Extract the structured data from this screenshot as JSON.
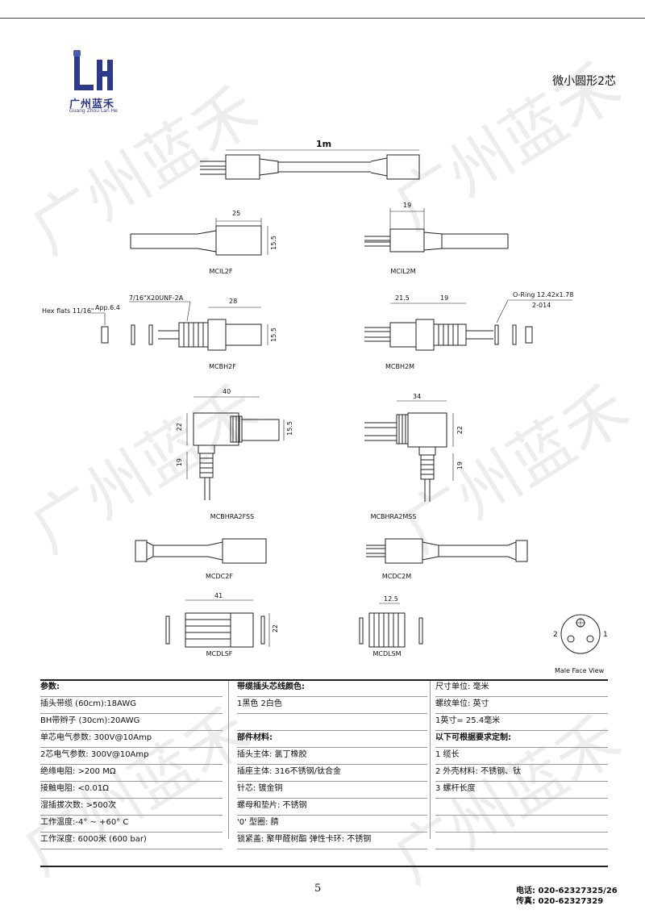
{
  "header": {
    "logo_cn": "广州蓝禾",
    "logo_en": "Guang Zhou Lan He",
    "page_title": "微小圆形2芯"
  },
  "watermark": {
    "text": "广州蓝禾"
  },
  "drawings": {
    "cable_length": "1m",
    "mcil2f": {
      "label": "MCIL2F",
      "dim_len": "25",
      "dim_h": "15.5"
    },
    "mcil2m": {
      "label": "MCIL2M",
      "dim_len": "19"
    },
    "mcbh2f": {
      "label": "MCBH2F",
      "thread": "7/16\"X20UNF-2A",
      "dim_len": "28",
      "dim_h": "15.5",
      "hex": "Hex flats 11/16\"",
      "app": "App.6.4"
    },
    "mcbh2m": {
      "label": "MCBH2M",
      "dim_a": "21.5",
      "dim_b": "19",
      "oring": "O-Ring 12.42x1.78",
      "oring_code": "2-014"
    },
    "mcbhra2fss": {
      "label": "MCBHRA2FSS",
      "dim_w": "40",
      "dim_h": "22",
      "dim_h2": "15.5",
      "dim_v": "19"
    },
    "mcbhra2mss": {
      "label": "MCBHRA2MSS",
      "dim_w": "34",
      "dim_h": "22",
      "dim_v": "19"
    },
    "mcdc2f": {
      "label": "MCDC2F"
    },
    "mcdc2m": {
      "label": "MCDC2M"
    },
    "mcdlsf": {
      "label": "MCDLSF",
      "dim_w": "41",
      "dim_h": "22"
    },
    "mcdlsm": {
      "label": "MCDLSM",
      "dim_w": "12.5"
    },
    "face_view": {
      "pin_left": "2",
      "pin_right": "1",
      "caption": "Male Face View"
    }
  },
  "specs": {
    "col1": [
      "参数:",
      "插头带缆 (60cm):18AWG",
      "BH带辫子 (30cm):20AWG",
      "单芯电气参数: 300V@10Amp",
      "2芯电气参数: 300V@10Amp",
      "绝缘电阻: >200 MΩ",
      "接触电阻: <0.01Ω",
      "湿插拔次数: >500次",
      "工作温度:-4° ~ +60° C",
      "工作深度: 6000米 (600 bar)"
    ],
    "col2": [
      "带缆插头芯线颜色:",
      "1黑色 2白色",
      "",
      "部件材料:",
      "插头主体: 氯丁橡胶",
      "插座主体: 316不锈钢/钛合金",
      "针芯: 镀金铜",
      "螺母和垫片: 不锈钢",
      "'0' 型圈: 腈",
      "锁紧盖: 聚甲醛树酯 弹性卡环: 不锈钢"
    ],
    "col3": [
      "尺寸单位: 毫米",
      "螺纹单位: 英寸",
      "1英寸= 25.4毫米",
      "以下可根据要求定制:",
      "1 缆长",
      "2 外壳材料: 不锈钢、钛",
      "3 螺杆长度",
      "",
      "",
      ""
    ]
  },
  "footer": {
    "page_number": "5",
    "phone": "电话: 020-62327325/26",
    "fax": "传真: 020-62327329"
  }
}
